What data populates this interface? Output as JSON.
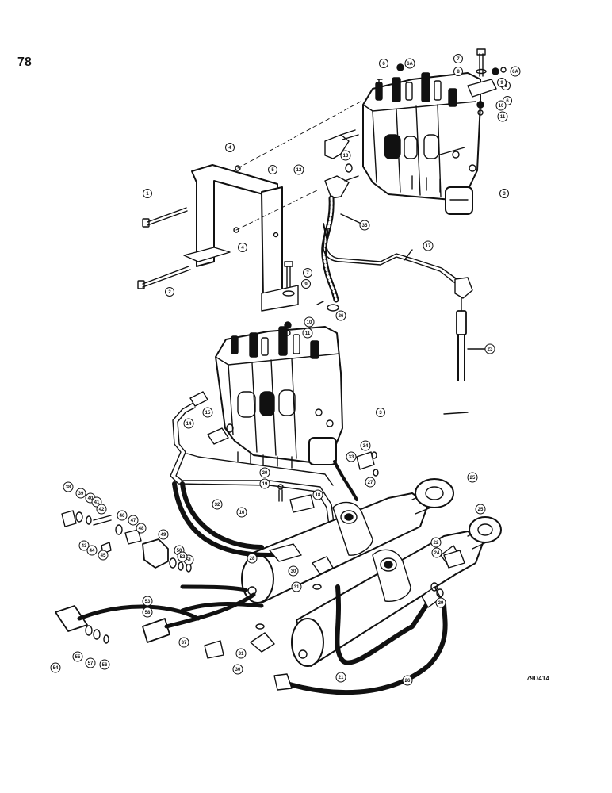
{
  "page_number": "78",
  "figure_code": "79D414",
  "callouts": [
    {
      "id": "c-1a",
      "label": "1"
    },
    {
      "id": "c-2a",
      "label": "2"
    },
    {
      "id": "c-3a",
      "label": "3"
    },
    {
      "id": "c-3b",
      "label": "3"
    },
    {
      "id": "c-4a",
      "label": "4"
    },
    {
      "id": "c-4b",
      "label": "4"
    },
    {
      "id": "c-5a",
      "label": "5"
    },
    {
      "id": "c-6a",
      "label": "6"
    },
    {
      "id": "c-6b",
      "label": "6A"
    },
    {
      "id": "c-6c",
      "label": "6"
    },
    {
      "id": "c-6d",
      "label": "6A"
    },
    {
      "id": "c-7a",
      "label": "7"
    },
    {
      "id": "c-7b",
      "label": "7"
    },
    {
      "id": "c-8a",
      "label": "8"
    },
    {
      "id": "c-8b",
      "label": "8"
    },
    {
      "id": "c-9a",
      "label": "9"
    },
    {
      "id": "c-9b",
      "label": "9"
    },
    {
      "id": "c-10a",
      "label": "10"
    },
    {
      "id": "c-10b",
      "label": "10"
    },
    {
      "id": "c-11a",
      "label": "11"
    },
    {
      "id": "c-11b",
      "label": "11"
    },
    {
      "id": "c-12a",
      "label": "12"
    },
    {
      "id": "c-13a",
      "label": "13"
    },
    {
      "id": "c-14a",
      "label": "14"
    },
    {
      "id": "c-15a",
      "label": "15"
    },
    {
      "id": "c-16a",
      "label": "16"
    },
    {
      "id": "c-17a",
      "label": "17"
    },
    {
      "id": "c-18a",
      "label": "18"
    },
    {
      "id": "c-19a",
      "label": "19"
    },
    {
      "id": "c-20a",
      "label": "20"
    },
    {
      "id": "c-21a",
      "label": "21"
    },
    {
      "id": "c-22a",
      "label": "22"
    },
    {
      "id": "c-23a",
      "label": "23"
    },
    {
      "id": "c-24a",
      "label": "24"
    },
    {
      "id": "c-25a",
      "label": "25"
    },
    {
      "id": "c-25b",
      "label": "25"
    },
    {
      "id": "c-26a",
      "label": "26"
    },
    {
      "id": "c-26b",
      "label": "26"
    },
    {
      "id": "c-27a",
      "label": "27"
    },
    {
      "id": "c-28a",
      "label": "28"
    },
    {
      "id": "c-29a",
      "label": "29"
    },
    {
      "id": "c-30a",
      "label": "30"
    },
    {
      "id": "c-30b",
      "label": "30"
    },
    {
      "id": "c-31a",
      "label": "31"
    },
    {
      "id": "c-31b",
      "label": "31"
    },
    {
      "id": "c-32a",
      "label": "32"
    },
    {
      "id": "c-33a",
      "label": "33"
    },
    {
      "id": "c-34a",
      "label": "34"
    },
    {
      "id": "c-35a",
      "label": "35"
    },
    {
      "id": "c-37a",
      "label": "37"
    },
    {
      "id": "c-38a",
      "label": "38"
    },
    {
      "id": "c-39a",
      "label": "39"
    },
    {
      "id": "c-40a",
      "label": "40"
    },
    {
      "id": "c-41a",
      "label": "41"
    },
    {
      "id": "c-42a",
      "label": "42"
    },
    {
      "id": "c-43a",
      "label": "43"
    },
    {
      "id": "c-44a",
      "label": "44"
    },
    {
      "id": "c-45a",
      "label": "45"
    },
    {
      "id": "c-46a",
      "label": "46"
    },
    {
      "id": "c-47a",
      "label": "47"
    },
    {
      "id": "c-48a",
      "label": "48"
    },
    {
      "id": "c-49a",
      "label": "49"
    },
    {
      "id": "c-50a",
      "label": "50"
    },
    {
      "id": "c-51a",
      "label": "51"
    },
    {
      "id": "c-52a",
      "label": "52"
    },
    {
      "id": "c-53a",
      "label": "53"
    },
    {
      "id": "c-54a",
      "label": "54"
    },
    {
      "id": "c-55a",
      "label": "55"
    },
    {
      "id": "c-56a",
      "label": "56"
    },
    {
      "id": "c-57a",
      "label": "57"
    },
    {
      "id": "c-58a",
      "label": "58"
    }
  ]
}
